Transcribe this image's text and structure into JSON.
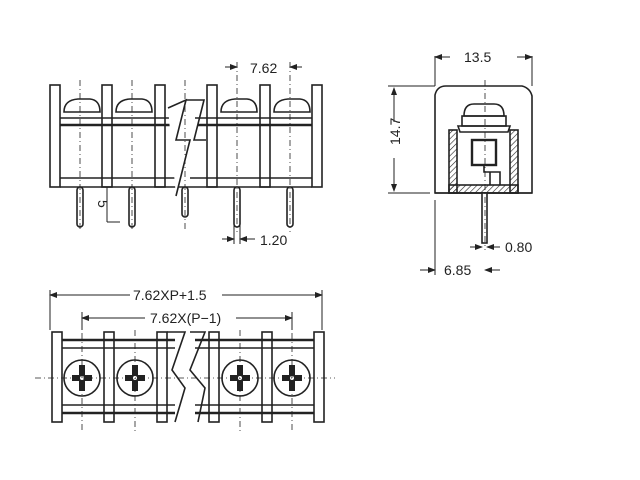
{
  "drawing": {
    "subject": "Barrier terminal block, 7.62 mm pitch",
    "views": [
      {
        "name": "front-view",
        "dimensions": {
          "pitch": "7.62",
          "pin_length": "5",
          "pin_width": "1.20"
        }
      },
      {
        "name": "side-view",
        "dimensions": {
          "width": "13.5",
          "height": "14.7",
          "pin_offset": "6.85",
          "pin_thickness": "0.80"
        }
      },
      {
        "name": "top-view",
        "dimensions": {
          "overall_length": "7.62XP+1.5",
          "pin_span": "7.62X(P−1)"
        }
      }
    ]
  },
  "labels": {
    "pitch": "7.62",
    "pin_length": "5",
    "pin_width": "1.20",
    "side_width": "13.5",
    "side_height": "14.7",
    "pin_offset": "6.85",
    "pin_thickness": "0.80",
    "overall_length": "7.62XP+1.5",
    "pin_span": "7.62X(P−1)"
  },
  "colors": {
    "line": "#222222",
    "background": "#ffffff"
  }
}
